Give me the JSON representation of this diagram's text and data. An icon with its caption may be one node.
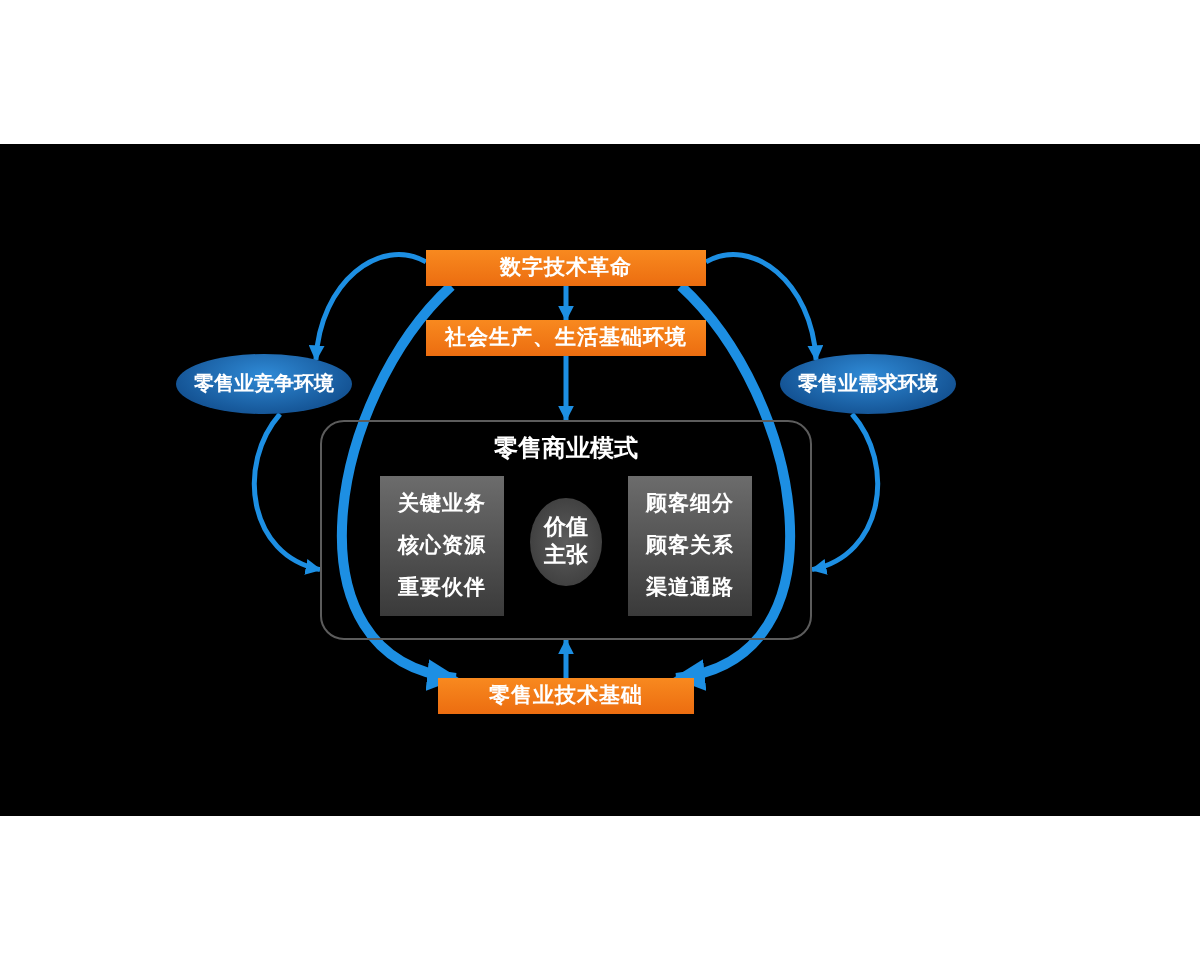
{
  "diagram": {
    "nodes": [
      {
        "text": [
          "数字技术革命"
        ]
      },
      {
        "text": [
          "社会生产、生活基础环境"
        ]
      },
      {
        "text": [
          "零售业竞争环境"
        ]
      },
      {
        "text": [
          "零售业需求环境"
        ]
      },
      {
        "text": [
          "零售商业模式"
        ]
      },
      {
        "text": [
          "关键业务",
          "核心资源",
          "重要伙伴"
        ],
        "in": 4
      },
      {
        "text": [
          "价值主张"
        ],
        "in": 4
      },
      {
        "text": [
          "顾客细分",
          "顾客关系",
          "渠道通路"
        ],
        "in": 4
      },
      {
        "text": [
          "零售业技术基础"
        ]
      }
    ],
    "edges": [
      {
        "from": 0,
        "to": 1,
        "arrow": "to"
      },
      {
        "from": 1,
        "to": 4,
        "arrow": "to"
      },
      {
        "from": 8,
        "to": 4,
        "arrow": "to"
      },
      {
        "from": 0,
        "to": 2,
        "arrow": "to"
      },
      {
        "from": 0,
        "to": 3,
        "arrow": "to"
      },
      {
        "from": 0,
        "to": 8,
        "arrow": "to",
        "style": "thick"
      },
      {
        "from": 0,
        "to": 8,
        "arrow": "to",
        "style": "thick"
      },
      {
        "from": 2,
        "to": 4,
        "arrow": "to"
      },
      {
        "from": 3,
        "to": 4,
        "arrow": "to"
      }
    ]
  }
}
